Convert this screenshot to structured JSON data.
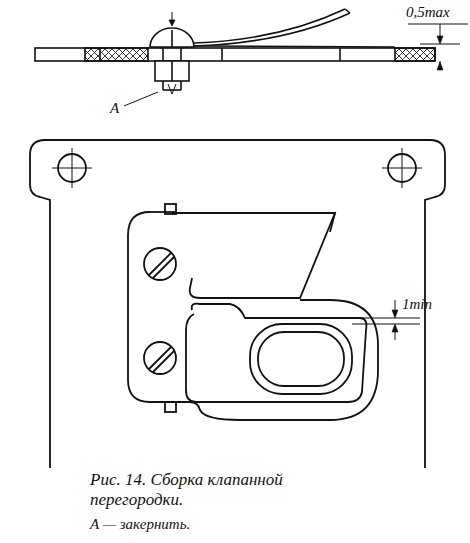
{
  "diagram": {
    "caption": "Рис. 14. Сборка клапанной перегородки.",
    "labels": [
      "0,5max",
      "A",
      "1min",
      "A — закернить."
    ]
  }
}
